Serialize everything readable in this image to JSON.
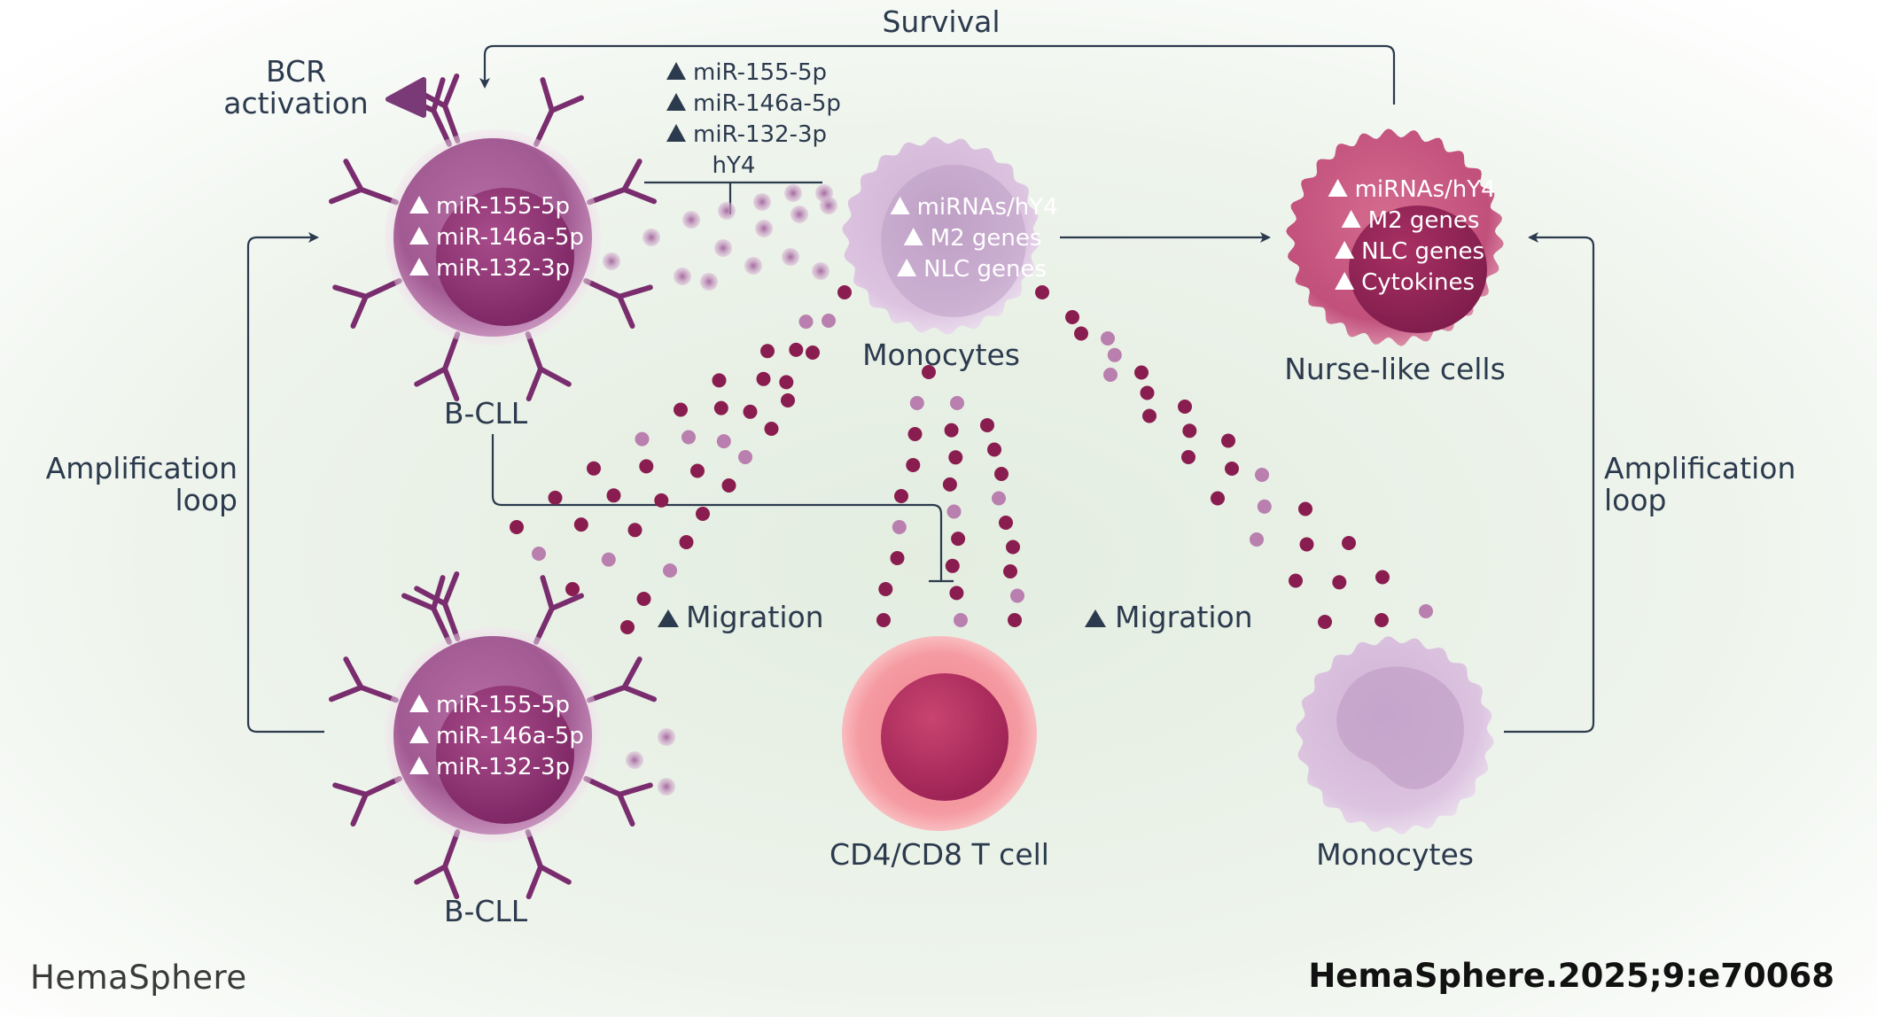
{
  "labels": {
    "survival": "Survival",
    "bcr_line1": "BCR",
    "bcr_line2": "activation",
    "amp_left_1": "Amplification",
    "amp_left_2": "loop",
    "amp_right_1": "Amplification",
    "amp_right_2": "loop",
    "migration_left": "Migration",
    "migration_right": "Migration",
    "bcll_top": "B-CLL",
    "bcll_bottom": "B-CLL",
    "monocytes_top": "Monocytes",
    "monocytes_bottom": "Monocytes",
    "nurse_like": "Nurse-like cells",
    "tcell": "CD4/CD8 T cell"
  },
  "exosome_list": [
    "miR-155-5p",
    "miR-146a-5p",
    "miR-132-3p",
    "hY4"
  ],
  "bcll_top_items": [
    "miR-155-5p",
    "miR-146a-5p",
    "miR-132-3p"
  ],
  "bcll_bottom_items": [
    "miR-155-5p",
    "miR-146a-5p",
    "miR-132-3p"
  ],
  "monocyte_items": [
    "miRNAs/hY4",
    "M2 genes",
    "NLC genes"
  ],
  "nlc_items": [
    "miRNAs/hY4",
    "M2 genes",
    "NLC genes",
    "Cytokines"
  ],
  "footer": {
    "brand": "HemaSphere",
    "citation": "HemaSphere.2025;9:e70068"
  },
  "colors": {
    "background_tint": "#e6efe4",
    "bcll": "#a35a93",
    "monocyte": "#d9c0dd",
    "nurse_like": "#c5557e",
    "tcell": "#f39aa0",
    "receptor": "#7a2d6e",
    "vesicle_dark": "#8a1d4f",
    "vesicle_light": "#b97fae",
    "text": "#2c3a4e"
  },
  "icons": {
    "up": "triangle-up-icon",
    "bcr_ligand": "bcr-ligand-icon"
  }
}
